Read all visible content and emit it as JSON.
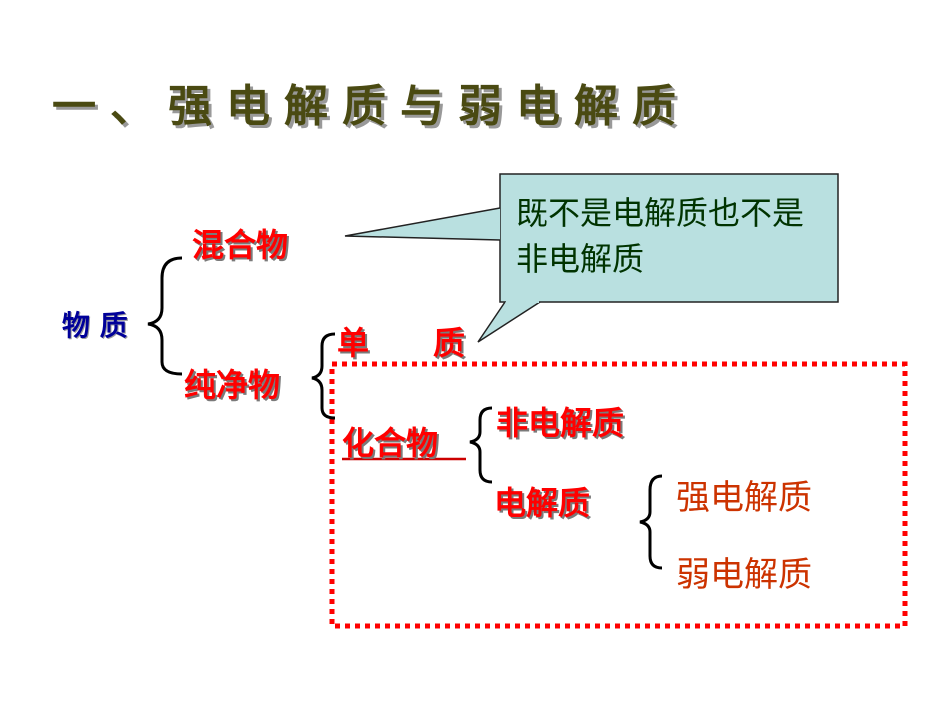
{
  "title": "一、强电解质与弱电解质",
  "root": "物 质",
  "mixture": "混合物",
  "pure": "纯净物",
  "element": "单　　质",
  "compound": "化合物",
  "non_electrolyte": "非电解质",
  "electrolyte": "电解质",
  "strong": "强电解质",
  "weak": "弱电解质",
  "callout": "既不是电解质也不是非电解质",
  "colors": {
    "title": "#4a4a12",
    "red_label": "#ff0000",
    "root": "#000099",
    "strong_weak": "#cc3300",
    "callout_fill": "#b9e0e0",
    "dashed_border": "#ff0000"
  }
}
